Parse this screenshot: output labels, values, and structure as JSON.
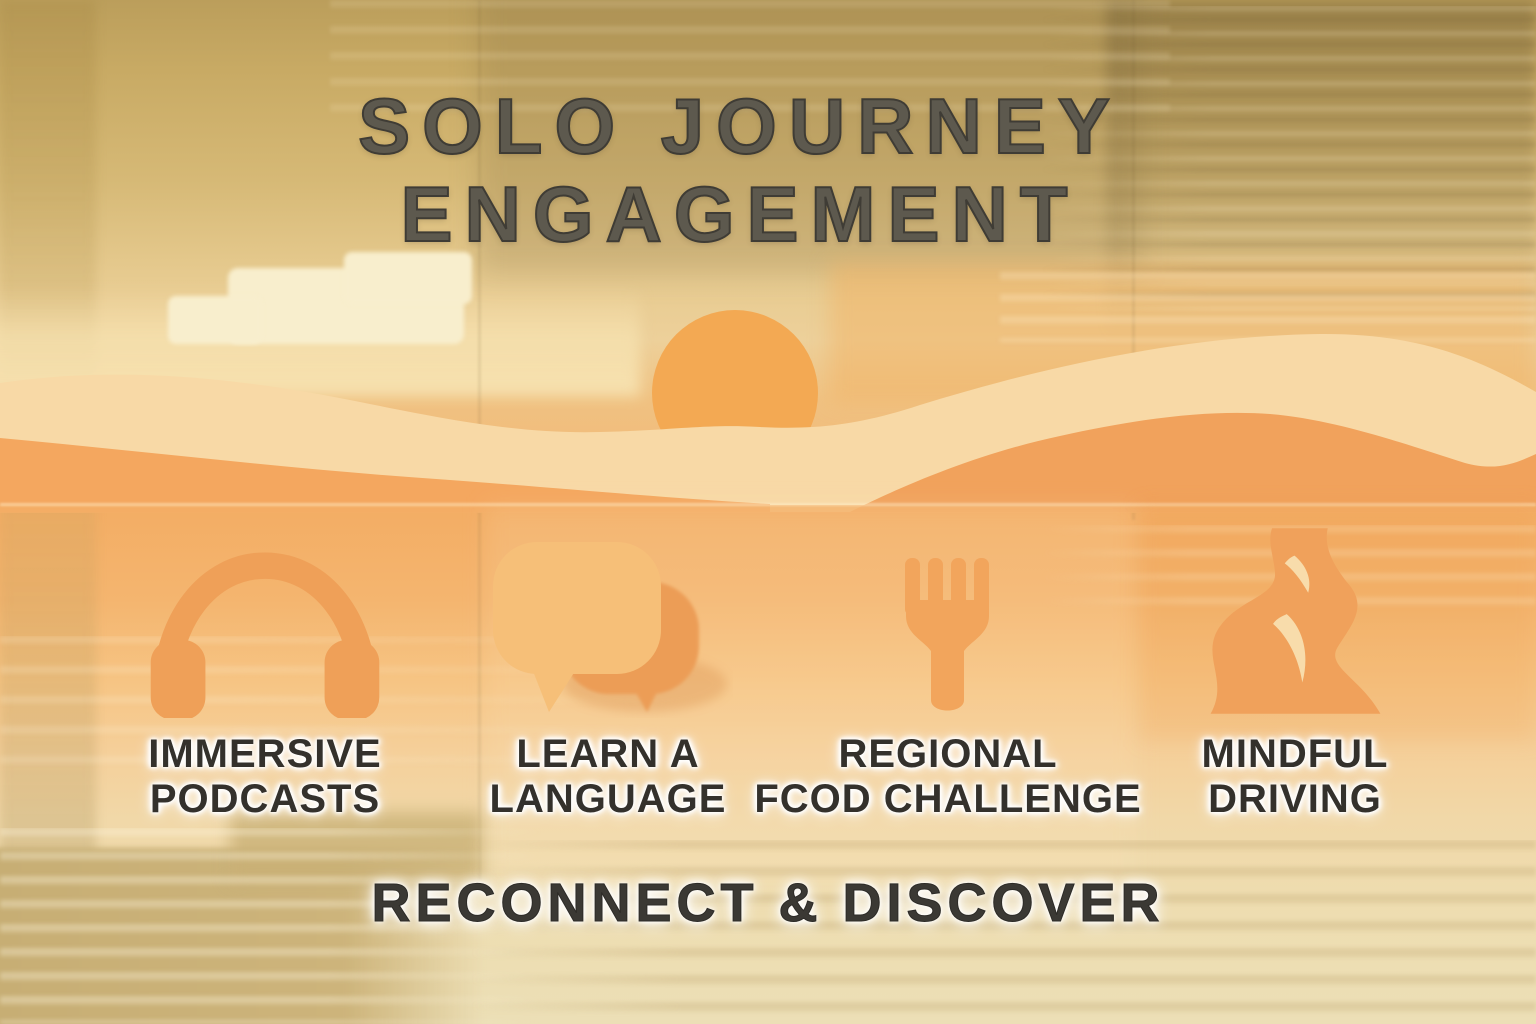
{
  "poster": {
    "title_line1": "SOLO JOURNEY",
    "title_line2": "ENGAGEMENT",
    "footer": "RECONNECT & DISCOVER",
    "cards": [
      {
        "icon": "headphones-icon",
        "label_line1": "IMMERSIVE",
        "label_line2": "PODCASTS"
      },
      {
        "icon": "speech-bubbles-icon",
        "label_line1": "LEARN A",
        "label_line2": "LANGUAGE"
      },
      {
        "icon": "fork-icon",
        "label_line1": "REGIONAL",
        "label_line2": "FCOD CHALLENGE"
      },
      {
        "icon": "winding-road-icon",
        "label_line1": "MINDFUL",
        "label_line2": "DRIVING"
      }
    ],
    "colors": {
      "title_text": "#5d594e",
      "label_text": "#34312c",
      "footer_text": "#3b3934",
      "icon_orange": "#efa058",
      "icon_orange_dark": "#ec9d57",
      "icon_orange_light": "#f6bf78",
      "sun": "#f3a953",
      "dune_pale": "#f8d9a6",
      "dune_orange": "#f2a65e",
      "ground_orange": "#f3ae66",
      "sky_gold_top": "#c3a55f",
      "bottom_cream": "#ecdfb6",
      "bottom_tan": "#c8af76"
    }
  }
}
